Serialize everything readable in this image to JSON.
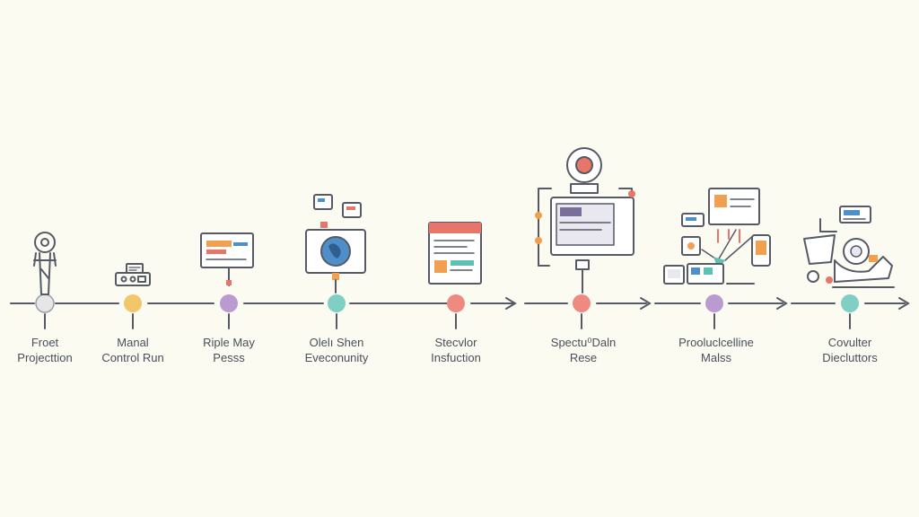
{
  "timeline": {
    "steps": [
      {
        "label_line1": "Froet",
        "label_line2": "Projecttion",
        "color": "#e6e6e6",
        "icon": "robot-arm-icon"
      },
      {
        "label_line1": "Manal",
        "label_line2": "Control Run",
        "color": "#f2c66b",
        "icon": "control-panel-icon"
      },
      {
        "label_line1": "Riple May",
        "label_line2": "Pesss",
        "color": "#b99bd1",
        "icon": "signboard-icon"
      },
      {
        "label_line1": "Olelı Shen",
        "label_line2": "Eveconunity",
        "color": "#7fcfc5",
        "icon": "globe-screen-icon"
      },
      {
        "label_line1": "Stecvlor",
        "label_line2": "Insfuction",
        "color": "#ef8a82",
        "icon": "document-window-icon"
      },
      {
        "label_line1": "Spectu⁰Daln",
        "label_line2": "Rese",
        "color": "#ef8a82",
        "icon": "robot-computer-icon"
      },
      {
        "label_line1": "Prooluclcelline",
        "label_line2": "Malss",
        "color": "#b99bd1",
        "icon": "device-network-icon"
      },
      {
        "label_line1": "Covulter",
        "label_line2": "Diecluttors",
        "color": "#7fcfc5",
        "icon": "robot-workstation-icon"
      }
    ]
  },
  "colors": {
    "line": "#555a66",
    "accent_orange": "#f0a050",
    "accent_red": "#e8756a",
    "accent_blue": "#4f8fc9",
    "accent_teal": "#5fc0b6",
    "background": "#fbfbf1"
  }
}
